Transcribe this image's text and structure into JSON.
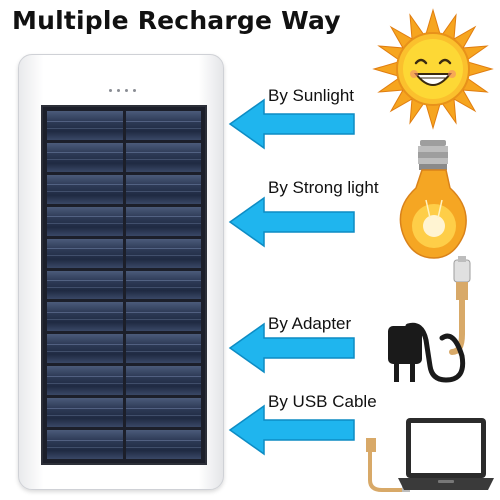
{
  "title": "Multiple Recharge Way",
  "methods": [
    {
      "label": "By Sunlight",
      "icon": "sun-icon"
    },
    {
      "label": "By Strong light",
      "icon": "light-bulb-icon"
    },
    {
      "label": "By Adapter",
      "icon": "adapter-icon"
    },
    {
      "label": "By USB Cable",
      "icon": "laptop-icon"
    }
  ],
  "colors": {
    "arrow": "#1fb5ee",
    "arrow_edge": "#0d8cc4",
    "sun": "#f6a51f",
    "bulb": "#f5a623",
    "cable": "#d8a968"
  }
}
